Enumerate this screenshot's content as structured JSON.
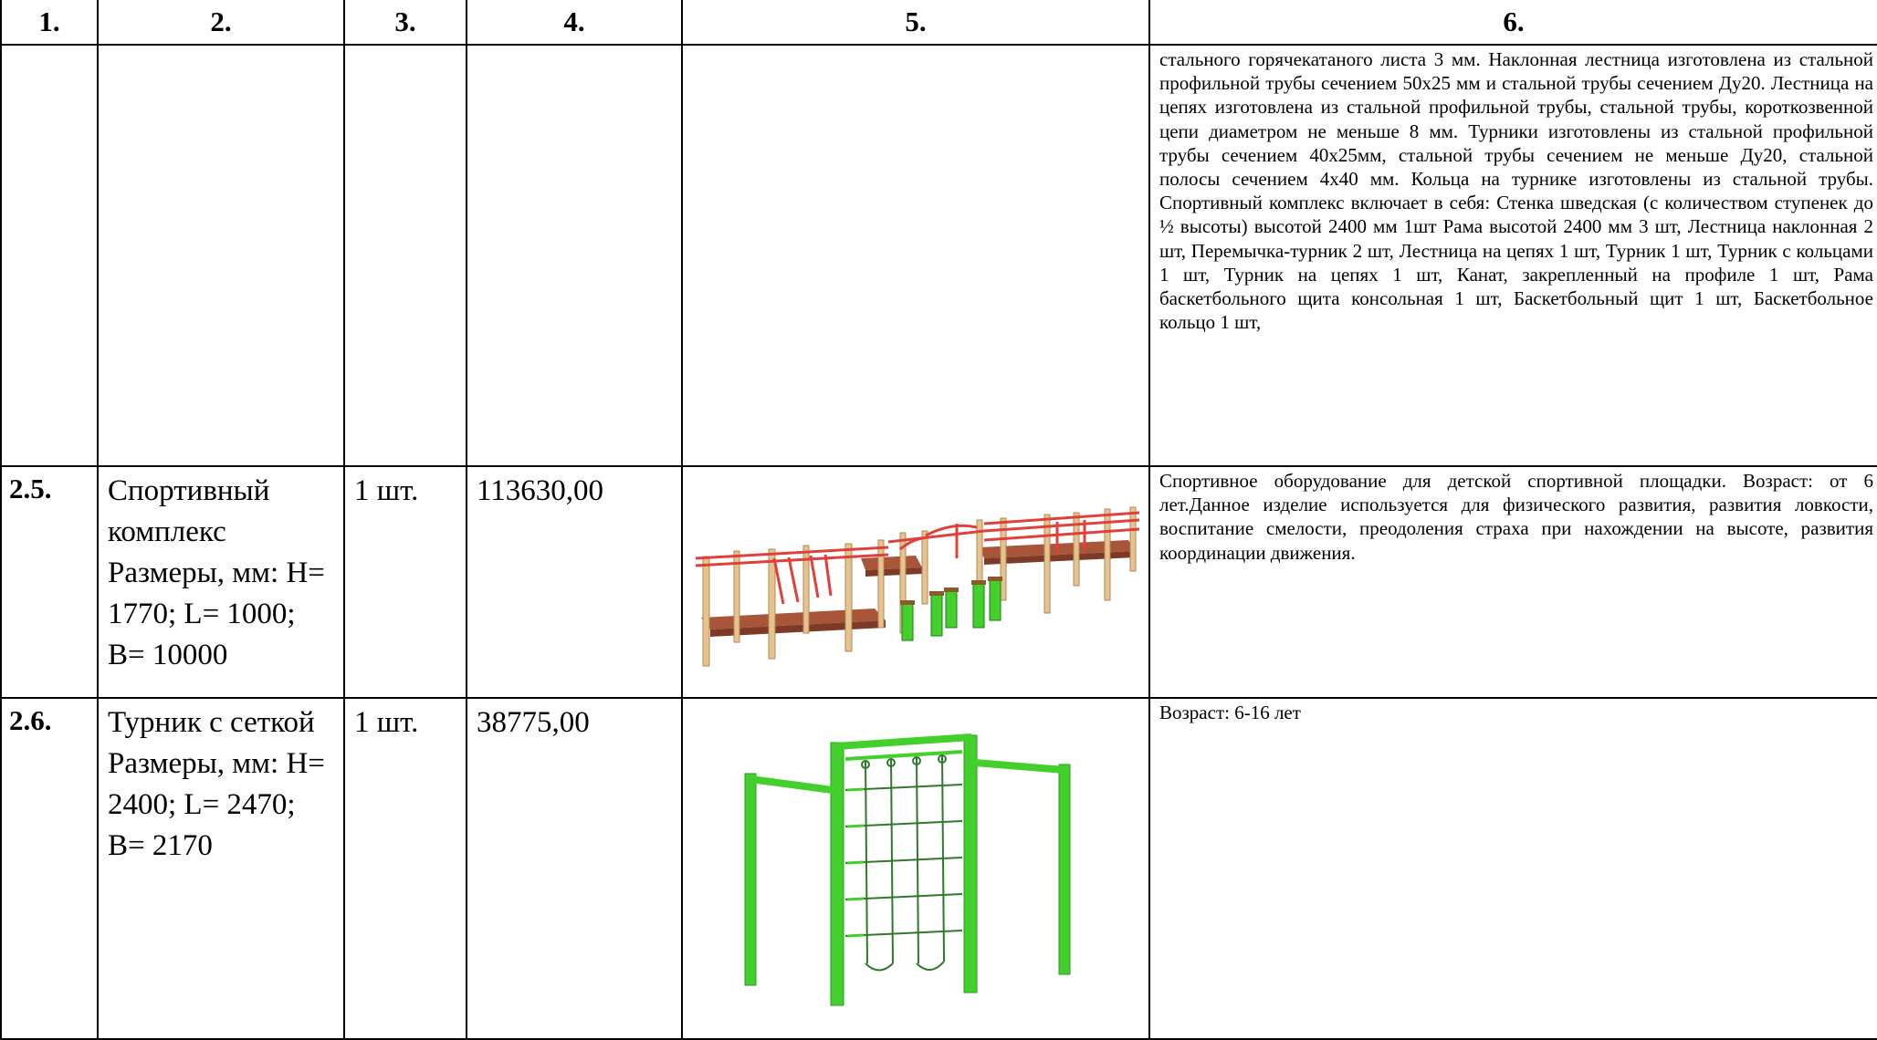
{
  "headers": [
    "1.",
    "2.",
    "3.",
    "4.",
    "5.",
    "6."
  ],
  "rows": [
    {
      "num": "",
      "name": "",
      "qty": "",
      "price": "",
      "image": "",
      "description": "стального горячекатаного листа 3 мм. Наклонная лестница изготовлена из стальной профильной трубы сечением 50х25 мм и стальной трубы сечением Ду20. Лестница на цепях изготовлена из стальной профильной трубы, стальной трубы, короткозвенной цепи диаметром не меньше 8 мм. Турники изготовлены из стальной профильной трубы сечением 40х25мм, стальной трубы сечением не меньше Ду20, стальной полосы сечением 4х40 мм. Кольца на турнике изготовлены из стальной трубы. Спортивный комплекс включает в себя: Стенка шведская (с количеством ступенек до ½ высоты) высотой 2400 мм 1шт Рама высотой 2400 мм 3 шт, Лестница наклонная 2 шт, Перемычка-турник 2 шт, Лестница на цепях 1 шт, Турник 1 шт, Турник с кольцами 1 шт, Турник на цепях 1 шт, Канат, закрепленный на профиле 1 шт, Рама баскетбольного щита консольная 1 шт, Баскетбольный щит 1 шт, Баскетбольное кольцо 1 шт,"
    },
    {
      "num": "2.5.",
      "name": "Спортивный комплекс Размеры, мм: H= 1770; L= 1000; B= 10000",
      "qty": "1 шт.",
      "price": "113630,00",
      "image": "sports-complex-image",
      "description": "Спортивное оборудование для детской спортивной площадки. Возраст: от 6 лет.Данное изделие используется для физического развития, развития ловкости, воспитание смелости, преодоления страха при нахождении на высоте, развития координации движения."
    },
    {
      "num": "2.6.",
      "name": "Турник с сеткой Размеры, мм: H= 2400; L= 2470; B= 2170",
      "qty": "1 шт.",
      "price": "38775,00",
      "image": "pullup-bar-net-image",
      "description": "Возраст: 6-16 лет"
    }
  ],
  "colors": {
    "wood": "#e6c38e",
    "deck": "#a8553a",
    "rail_red": "#e0403a",
    "green": "#44d02c",
    "net": "#2f7a2a"
  }
}
